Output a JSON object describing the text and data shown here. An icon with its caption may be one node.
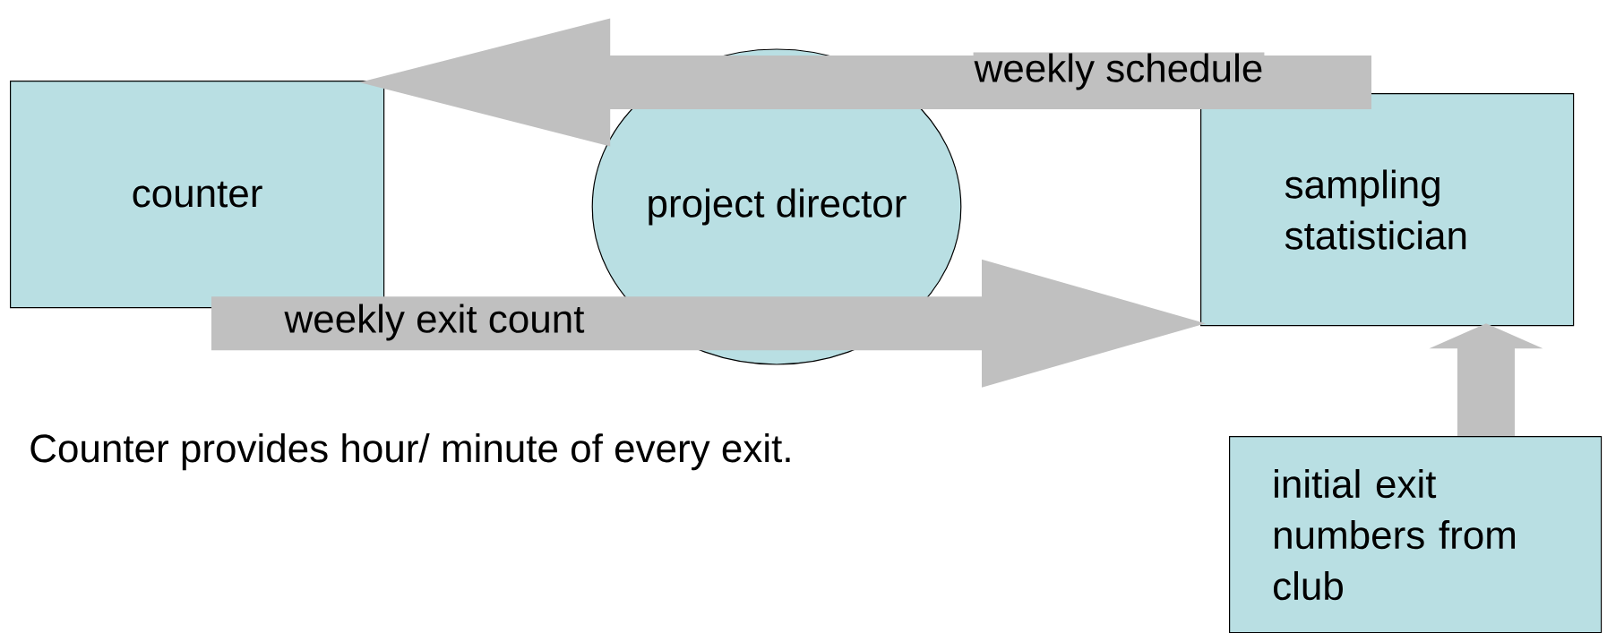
{
  "diagram": {
    "nodes": [
      {
        "text": [
          "counter"
        ]
      },
      {
        "text": [
          "project director"
        ]
      },
      {
        "text": [
          "sampling statistician"
        ]
      },
      {
        "text": [
          "initial exit numbers from club"
        ]
      }
    ],
    "edges": [
      {
        "from": 2,
        "to": 0,
        "arrow": "to",
        "label": "weekly schedule"
      },
      {
        "from": 0,
        "to": 2,
        "arrow": "to",
        "label": "weekly exit count"
      },
      {
        "from": 3,
        "to": 2,
        "arrow": "to"
      }
    ],
    "labels": [
      "Counter provides hour/ minute of every exit."
    ]
  }
}
